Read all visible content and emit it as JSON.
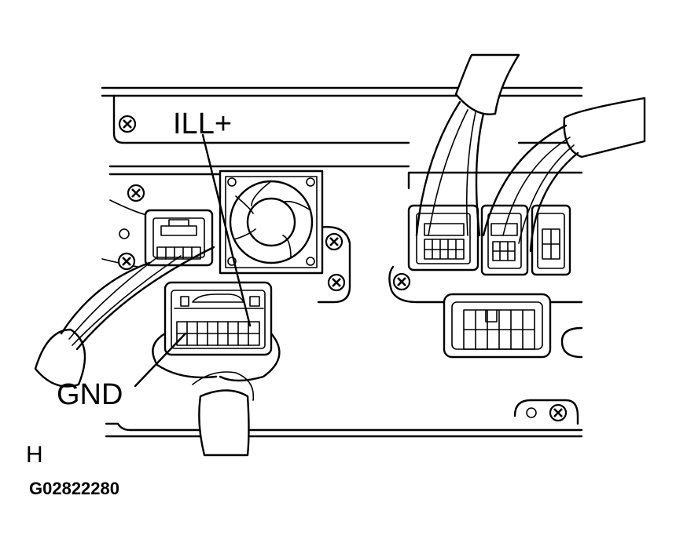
{
  "labels": {
    "ill_plus": "ILL+",
    "gnd": "GND",
    "view_letter": "H",
    "figure_code": "G02822280"
  },
  "colors": {
    "ink": "#000000",
    "paper": "#ffffff"
  },
  "icons": {
    "screw": "screw-icon",
    "fan": "fan-icon"
  }
}
